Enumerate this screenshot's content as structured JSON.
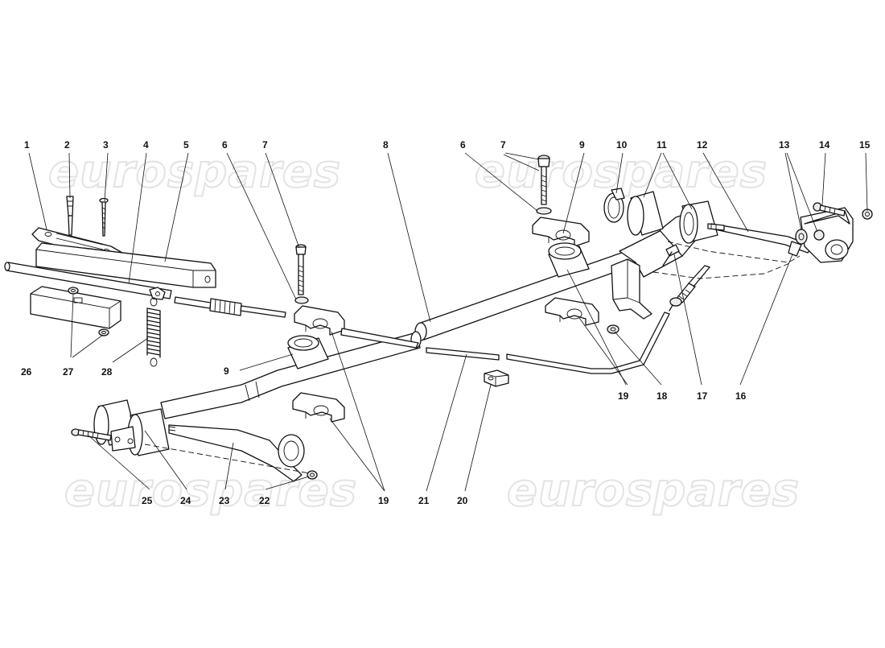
{
  "watermarks": [
    "eurospares",
    "eurospares",
    "eurospares",
    "eurospares"
  ],
  "callouts": [
    "1",
    "2",
    "3",
    "4",
    "5",
    "6",
    "7",
    "8",
    "6",
    "7",
    "9",
    "10",
    "11",
    "12",
    "13",
    "14",
    "15",
    "9",
    "26",
    "27",
    "28",
    "19",
    "18",
    "17",
    "16",
    "25",
    "24",
    "23",
    "22",
    "19",
    "21",
    "20"
  ]
}
